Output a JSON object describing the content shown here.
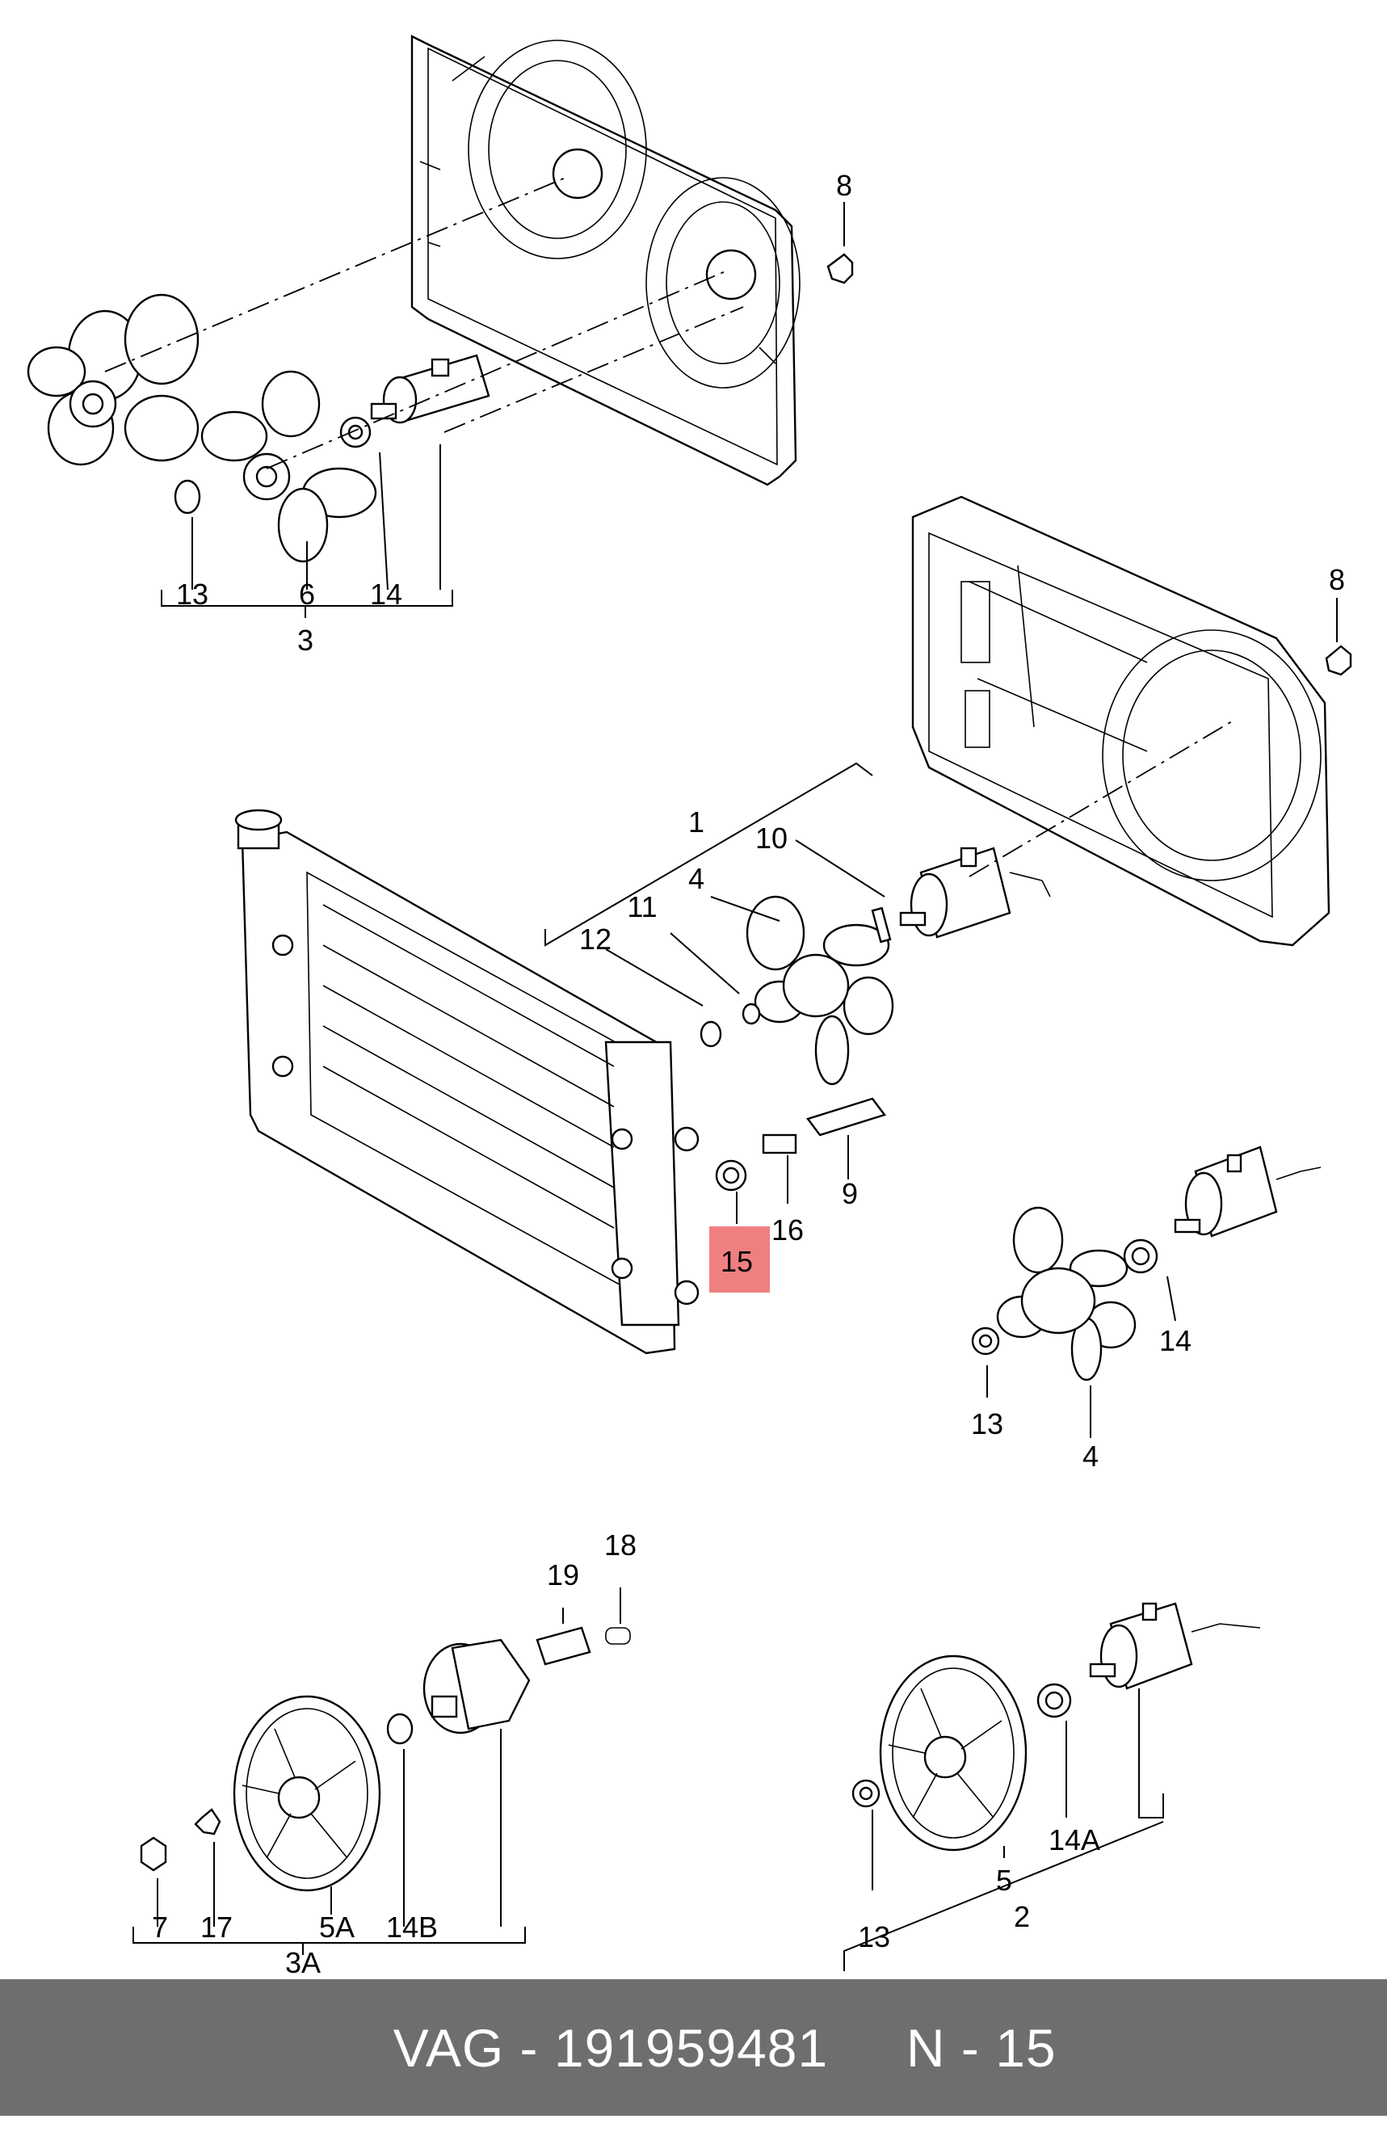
{
  "callouts": {
    "top": {
      "c8": "8",
      "c13": "13",
      "c6": "6",
      "c14": "14",
      "c3": "3"
    },
    "right": {
      "c8": "8"
    },
    "middle": {
      "c1": "1",
      "c10": "10",
      "c4": "4",
      "c11": "11",
      "c12": "12",
      "c9": "9",
      "c16": "16",
      "c15": "15"
    },
    "mid_right": {
      "c14": "14",
      "c13": "13",
      "c4": "4"
    },
    "bottom_left": {
      "c18": "18",
      "c19": "19",
      "c7": "7",
      "c17": "17",
      "c5A": "5A",
      "c14B": "14B",
      "c3A": "3A"
    },
    "bottom_right": {
      "c13": "13",
      "c5": "5",
      "c14A": "14A",
      "c2": "2"
    }
  },
  "highlight": {
    "label": "15",
    "color": "#f08080"
  },
  "footer": {
    "brand": "VAG",
    "separator": "-",
    "part_number": "191959481",
    "position_label": "N - 15",
    "background": "#6e6e6e"
  }
}
